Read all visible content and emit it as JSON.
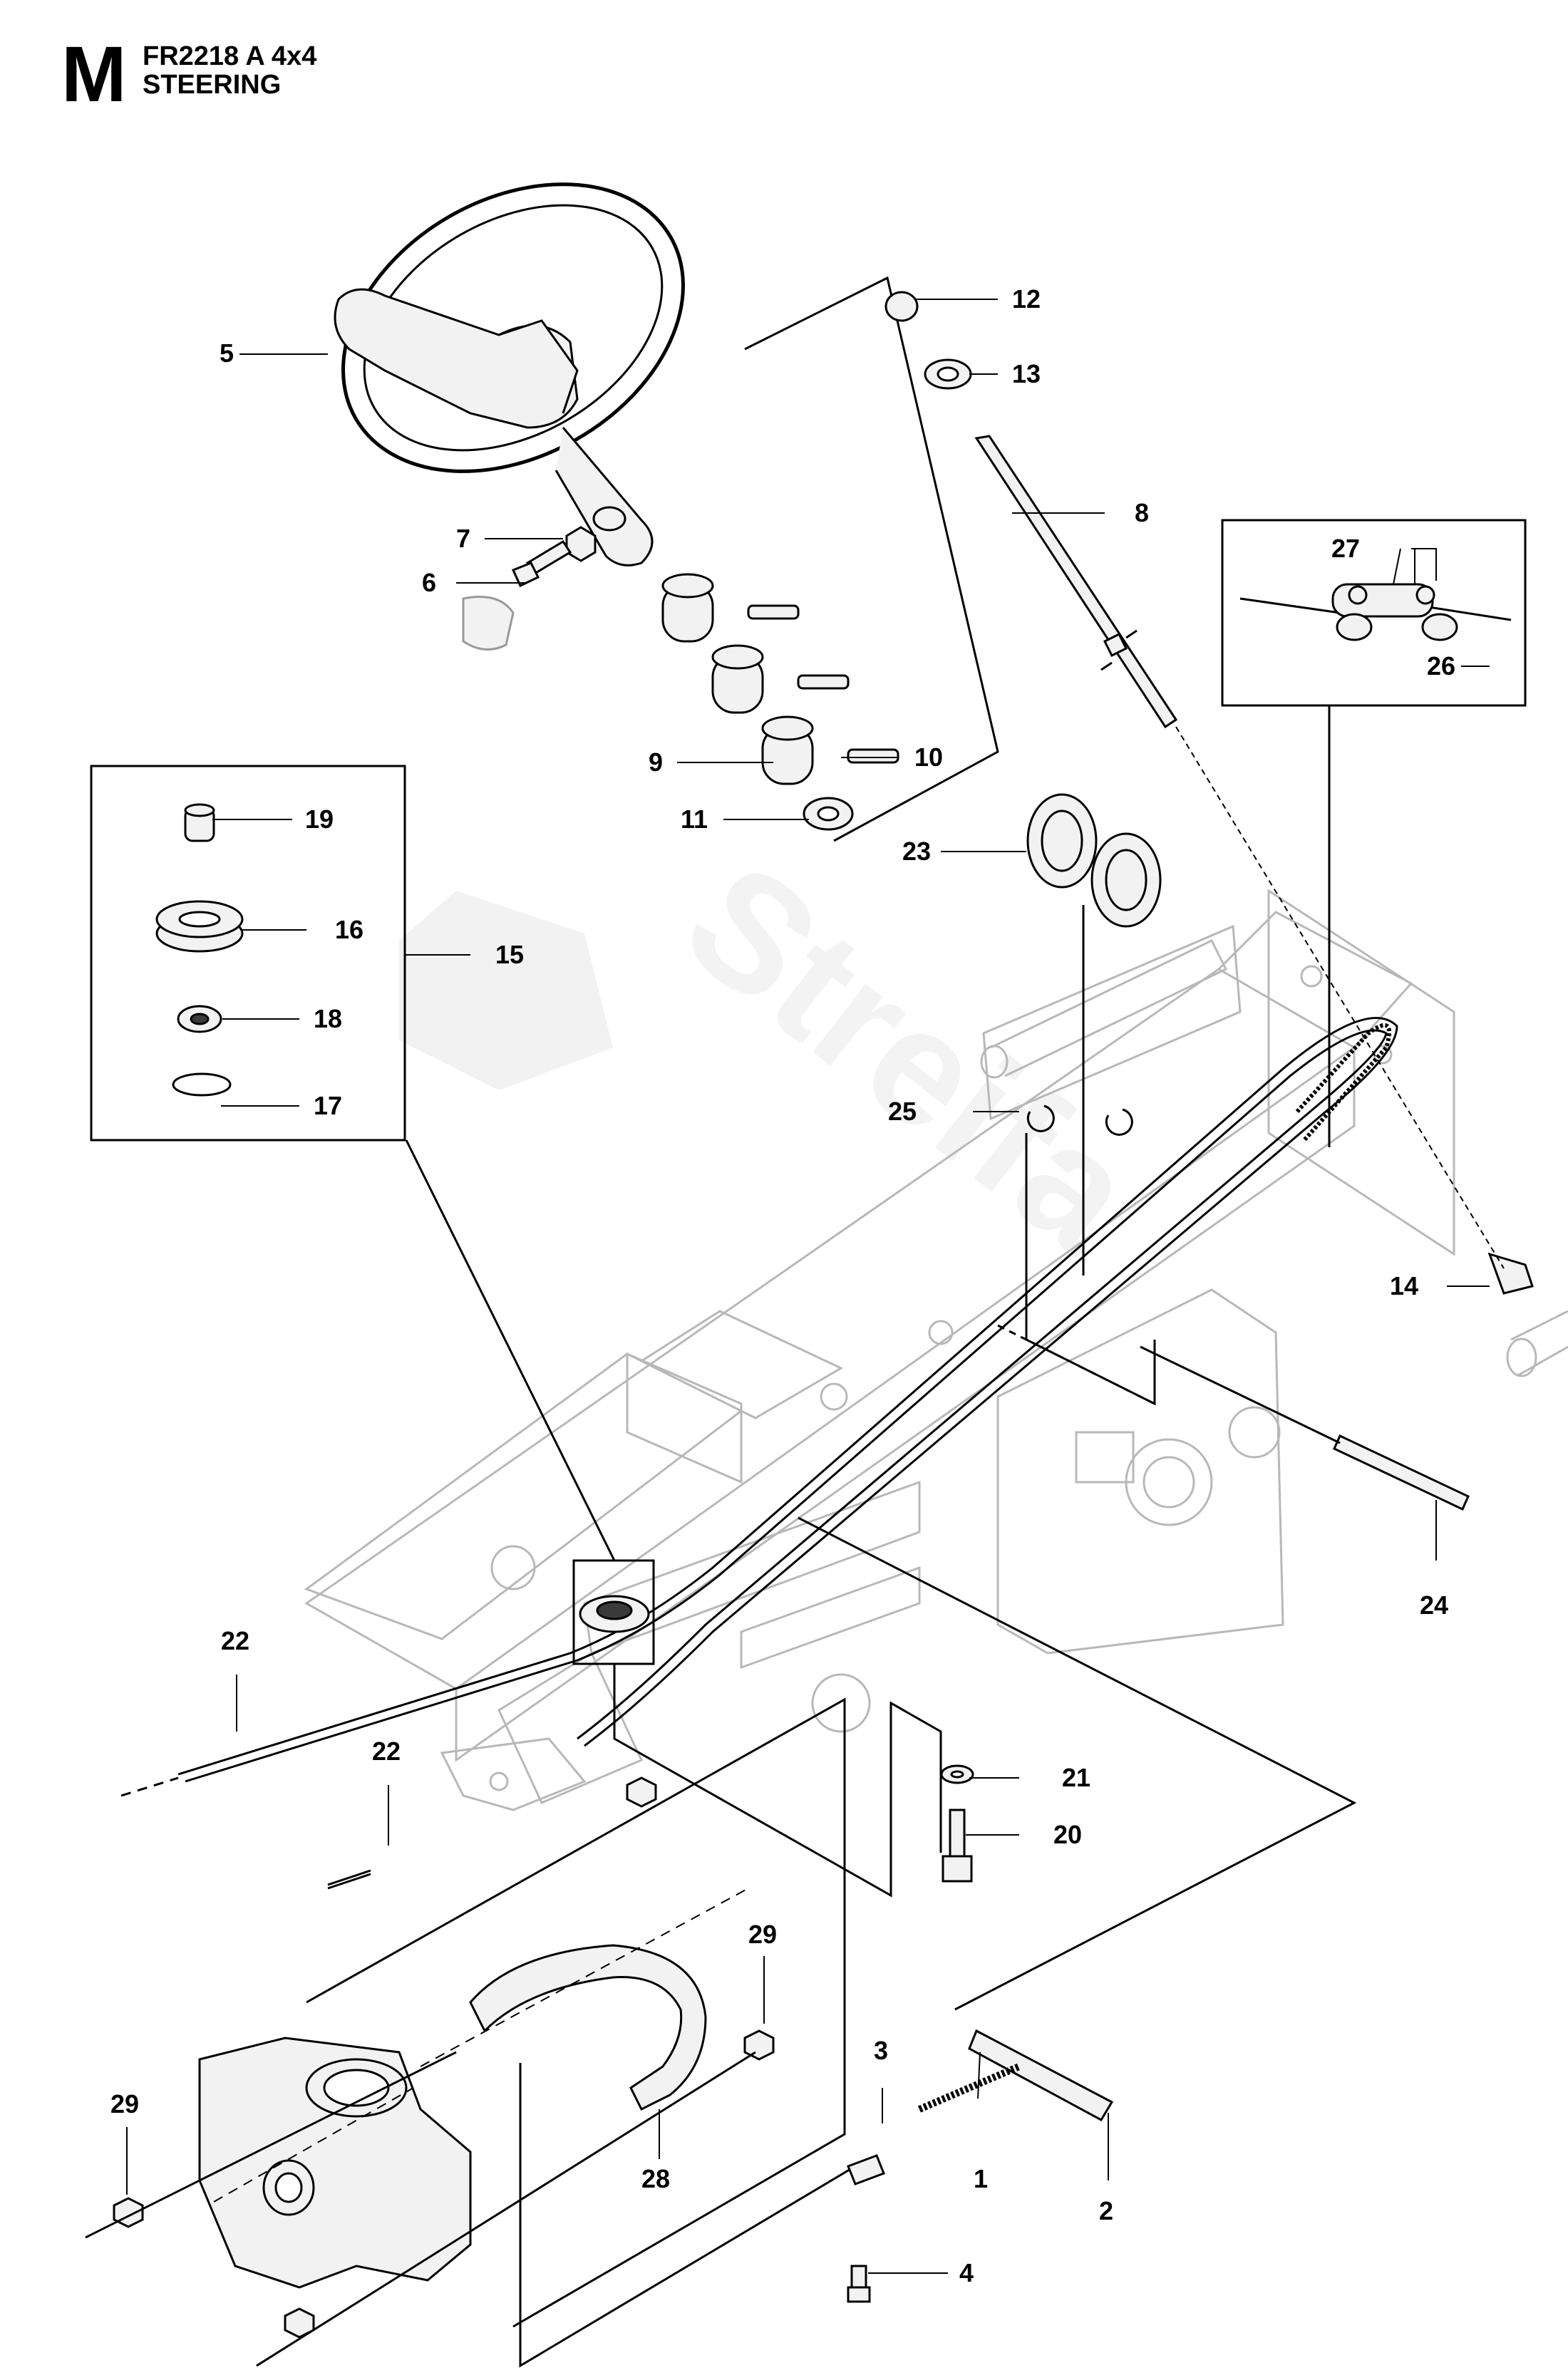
{
  "header": {
    "section_letter": "M",
    "model": "FR2218 A 4x4",
    "section": "STEERING"
  },
  "watermark": {
    "text": "Streifa"
  },
  "colors": {
    "ink": "#000000",
    "frame": "#b8b8b8",
    "part_fill": "#f2f2f2",
    "part_dark": "#3a3a3a"
  },
  "callouts": [
    {
      "num": "1"
    },
    {
      "num": "2"
    },
    {
      "num": "3"
    },
    {
      "num": "4"
    },
    {
      "num": "5"
    },
    {
      "num": "6"
    },
    {
      "num": "7"
    },
    {
      "num": "8"
    },
    {
      "num": "9"
    },
    {
      "num": "10"
    },
    {
      "num": "11"
    },
    {
      "num": "12"
    },
    {
      "num": "13"
    },
    {
      "num": "14"
    },
    {
      "num": "15"
    },
    {
      "num": "16"
    },
    {
      "num": "17"
    },
    {
      "num": "18"
    },
    {
      "num": "19"
    },
    {
      "num": "20"
    },
    {
      "num": "21"
    },
    {
      "num": "22"
    },
    {
      "num": "22"
    },
    {
      "num": "23"
    },
    {
      "num": "24"
    },
    {
      "num": "25"
    },
    {
      "num": "26"
    },
    {
      "num": "27"
    },
    {
      "num": "28"
    },
    {
      "num": "29"
    },
    {
      "num": "29"
    }
  ]
}
